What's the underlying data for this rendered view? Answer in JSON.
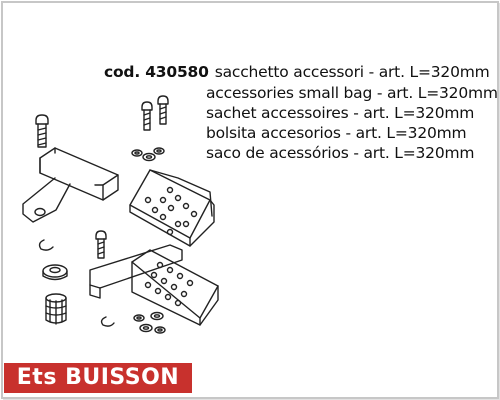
{
  "product": {
    "code": "cod. 430580",
    "descriptions": [
      "sacchetto accessori - art. L=320mm",
      "accessories small bag - art. L=320mm",
      "sachet accessoires - art. L=320mm",
      "bolsita accesorios - art. L=320mm",
      "saco de acessórios - art. L=320mm"
    ]
  },
  "brand": {
    "label": "Ets BUISSON",
    "color": "#c8312d"
  }
}
